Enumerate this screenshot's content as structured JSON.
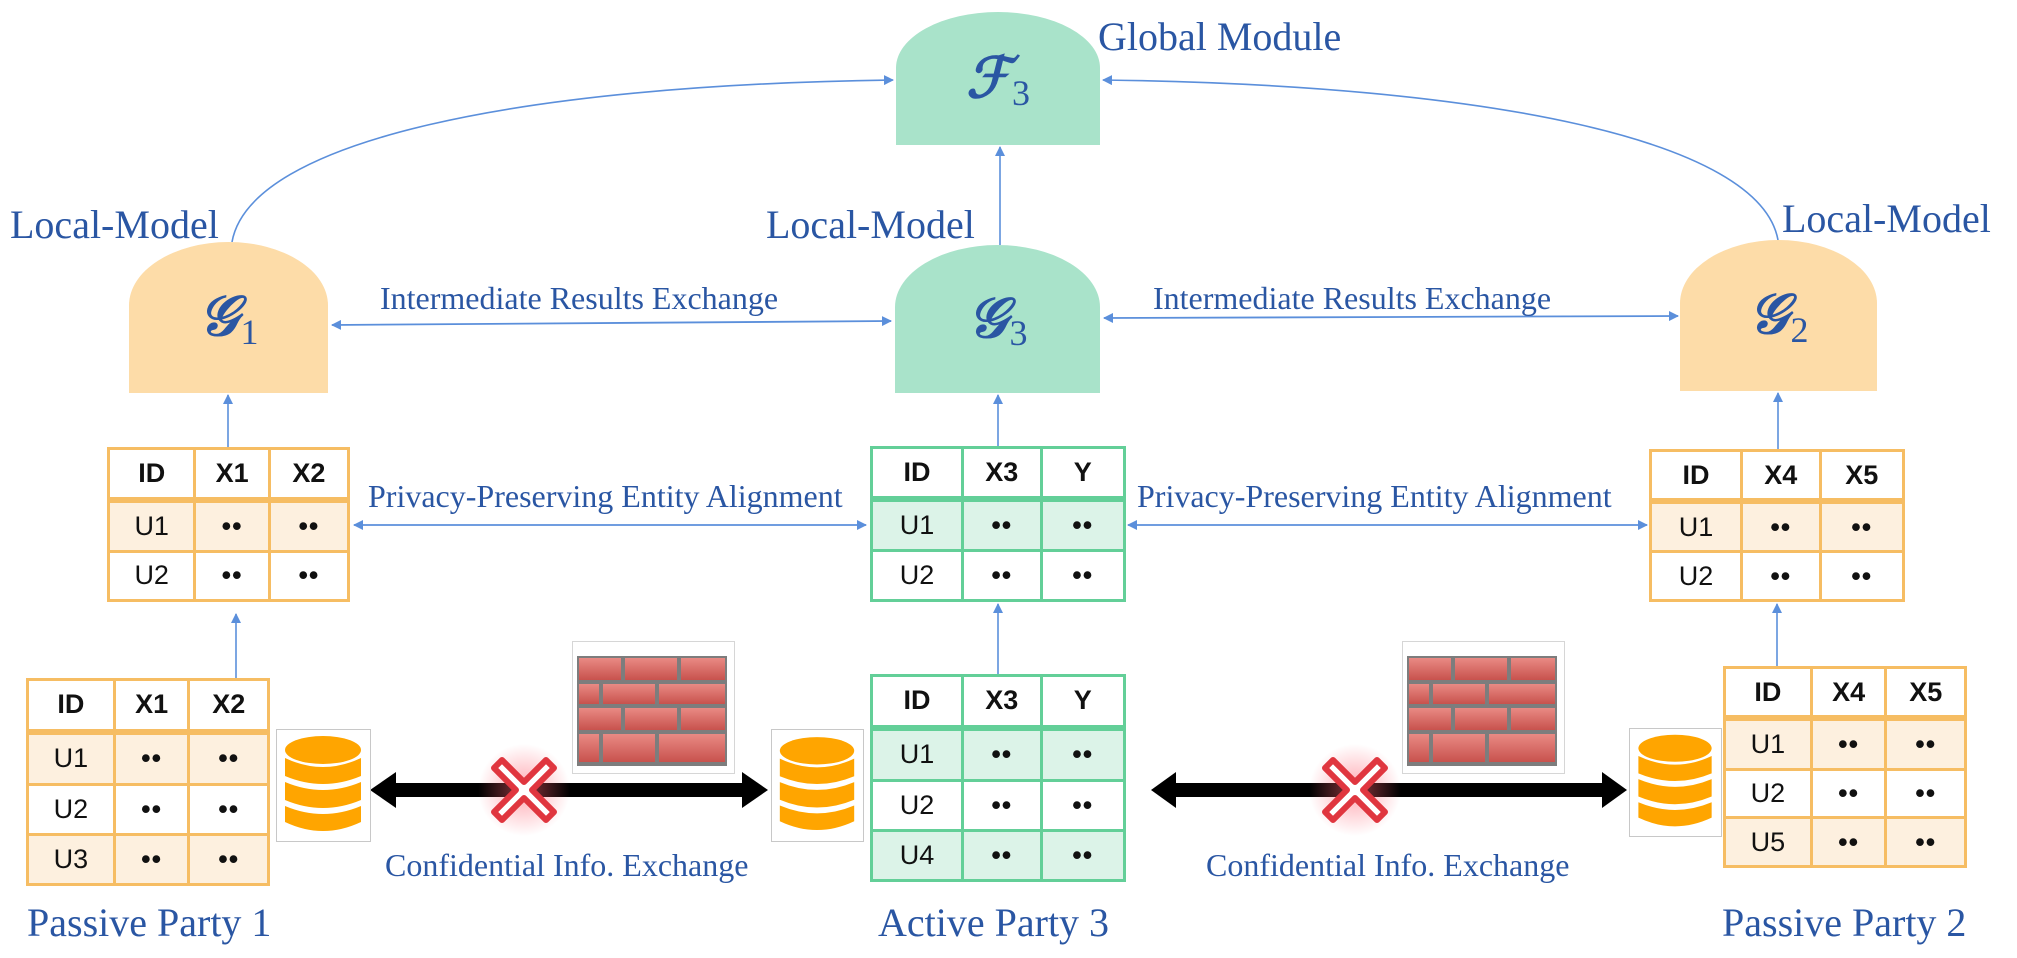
{
  "labels": {
    "global_module": "Global Module",
    "local_model_left": "Local-Model",
    "local_model_center": "Local-Model",
    "local_model_right": "Local-Model",
    "intermediate_left": "Intermediate Results Exchange",
    "intermediate_right": "Intermediate Results Exchange",
    "privacy_left": "Privacy-Preserving Entity Alignment",
    "privacy_right": "Privacy-Preserving Entity Alignment",
    "confidential_left": "Confidential Info. Exchange",
    "confidential_right": "Confidential Info. Exchange",
    "party_left": "Passive Party 1",
    "party_center": "Active Party 3",
    "party_right": "Passive Party 2"
  },
  "models": {
    "global": {
      "symbol": "ℱ",
      "subscript": "3"
    },
    "g1": {
      "symbol": "𝒢",
      "subscript": "1"
    },
    "g3": {
      "symbol": "𝒢",
      "subscript": "3"
    },
    "g2": {
      "symbol": "𝒢",
      "subscript": "2"
    }
  },
  "tables": {
    "p1_aligned": {
      "header": [
        "ID",
        "X1",
        "X2"
      ],
      "rows": [
        [
          "U1",
          "••",
          "••"
        ],
        [
          "U2",
          "••",
          "••"
        ]
      ]
    },
    "p3_aligned": {
      "header": [
        "ID",
        "X3",
        "Y"
      ],
      "rows": [
        [
          "U1",
          "••",
          "••"
        ],
        [
          "U2",
          "••",
          "••"
        ]
      ]
    },
    "p2_aligned": {
      "header": [
        "ID",
        "X4",
        "X5"
      ],
      "rows": [
        [
          "U1",
          "••",
          "••"
        ],
        [
          "U2",
          "••",
          "••"
        ]
      ]
    },
    "p1_raw": {
      "header": [
        "ID",
        "X1",
        "X2"
      ],
      "rows": [
        [
          "U1",
          "••",
          "••"
        ],
        [
          "U2",
          "••",
          "••"
        ],
        [
          "U3",
          "••",
          "••"
        ]
      ]
    },
    "p3_raw": {
      "header": [
        "ID",
        "X3",
        "Y"
      ],
      "rows": [
        [
          "U1",
          "••",
          "••"
        ],
        [
          "U2",
          "••",
          "••"
        ],
        [
          "U4",
          "••",
          "••"
        ]
      ]
    },
    "p2_raw": {
      "header": [
        "ID",
        "X4",
        "X5"
      ],
      "rows": [
        [
          "U1",
          "••",
          "••"
        ],
        [
          "U2",
          "••",
          "••"
        ],
        [
          "U5",
          "••",
          "••"
        ]
      ]
    }
  },
  "icons": {
    "database": "database-icon",
    "firewall": "firewall-icon",
    "blocked": "blocked-x-icon"
  },
  "colors": {
    "text": "#2a56a3",
    "arrow": "#5b8fdb",
    "passive_fill": "#fddca8",
    "active_fill": "#a9e3ca",
    "passive_border": "#f6bd63",
    "active_border": "#63cf98",
    "database": "#ffa500"
  }
}
